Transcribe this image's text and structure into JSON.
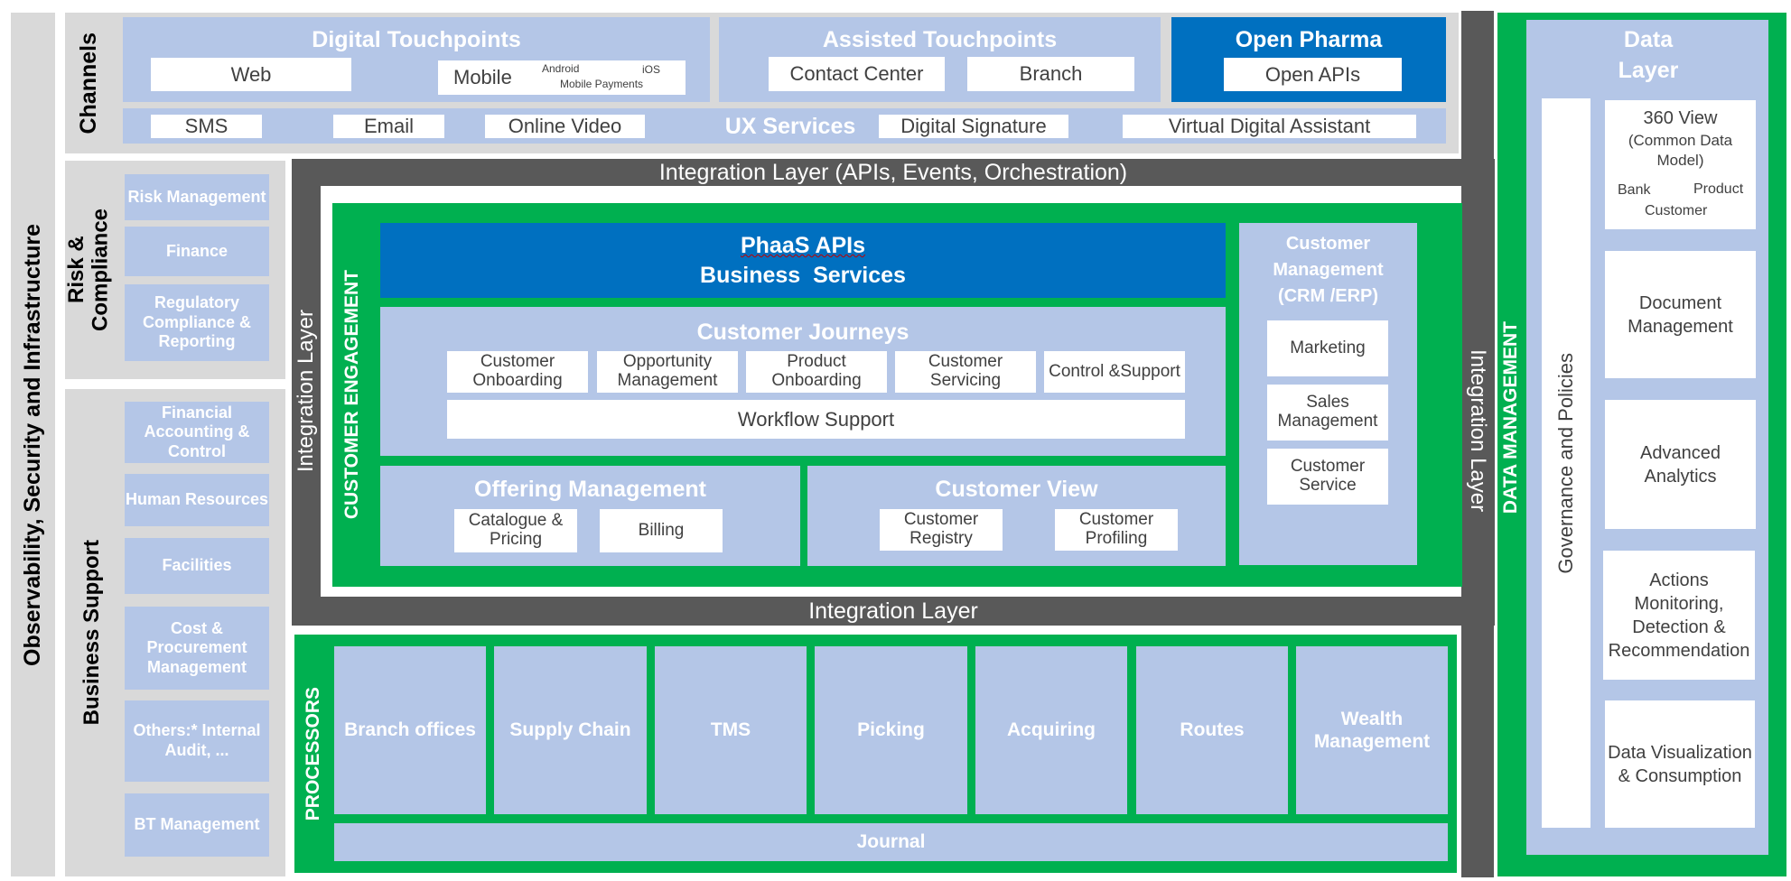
{
  "observability": {
    "label": "Observability, Security and Infrastructure"
  },
  "channels": {
    "label": "Channels",
    "digital": {
      "title": "Digital Touchpoints",
      "web": "Web",
      "mobile": "Mobile",
      "android": "Android",
      "ios": "iOS",
      "mobile_payments": "Mobile Payments"
    },
    "assisted": {
      "title": "Assisted Touchpoints",
      "contact_center": "Contact Center",
      "branch": "Branch"
    },
    "open_pharma": {
      "title": "Open Pharma",
      "open_apis": "Open APIs"
    },
    "ux": {
      "title": "UX Services",
      "sms": "SMS",
      "email": "Email",
      "online_video": "Online Video",
      "digital_signature": "Digital Signature",
      "virtual_assistant": "Virtual Digital Assistant"
    }
  },
  "risk": {
    "label": "Risk & Compliance",
    "items": [
      "Risk Management",
      "Finance",
      "Regulatory Compliance & Reporting"
    ]
  },
  "business_support": {
    "label": "Business Support",
    "items": [
      "Financial Accounting & Control",
      "Human Resources",
      "Facilities",
      "Cost & Procurement Management",
      "Others:* Internal Audit, ...",
      "BT Management"
    ]
  },
  "integration": {
    "top": "Integration Layer (APIs, Events, Orchestration)",
    "left": "Integration Layer",
    "bottom": "Integration Layer",
    "right": "Integration Layer"
  },
  "customer_engagement": {
    "label": "CUSTOMER ENGAGEMENT",
    "phaas": {
      "line1": "PhaaS APIs",
      "line2": "Business  Services"
    },
    "journeys": {
      "title": "Customer Journeys",
      "items": [
        "Customer Onboarding",
        "Opportunity Management",
        "Product Onboarding",
        "Customer Servicing",
        "Control &Support"
      ],
      "workflow": "Workflow Support"
    },
    "offering": {
      "title": "Offering Management",
      "catalogue": "Catalogue & Pricing",
      "billing": "Billing"
    },
    "customer_view": {
      "title": "Customer View",
      "registry": "Customer Registry",
      "profiling": "Customer Profiling"
    },
    "crm": {
      "title": "Customer Management (CRM /ERP)",
      "items": [
        "Marketing",
        "Sales Management",
        "Customer Service"
      ]
    }
  },
  "processors": {
    "label": "PROCESSORS",
    "items": [
      "Branch offices",
      "Supply Chain",
      "TMS",
      "Picking",
      "Acquiring",
      "Routes",
      "Wealth Management"
    ],
    "journal": "Journal"
  },
  "data_management": {
    "label": "DATA MANAGEMENT",
    "title": "Data Layer",
    "governance": "Governance and Policies",
    "view360": {
      "title": "360 View",
      "sub": "(Common Data Model)",
      "bank": "Bank",
      "product": "Product",
      "customer": "Customer"
    },
    "items": [
      "Document Management",
      "Advanced Analytics",
      "Actions Monitoring, Detection & Recommendation",
      "Data Visualization & Consumption"
    ]
  },
  "colors": {
    "green": "#00b050",
    "blue": "#0070c0",
    "light_blue": "#b4c6e7",
    "dark_grey": "#595959",
    "grey": "#d9d9d9"
  }
}
